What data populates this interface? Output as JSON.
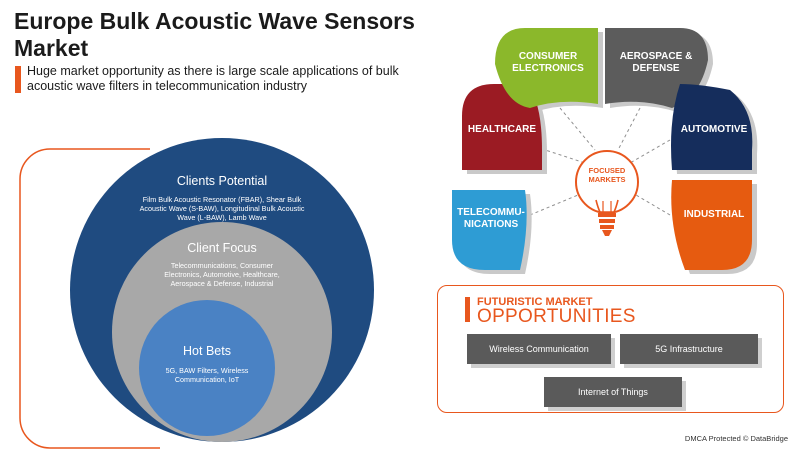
{
  "header": {
    "title": "Europe Bulk Acoustic Wave Sensors Market",
    "subtitle": "Huge market opportunity as there is large scale applications of bulk acoustic wave filters in telecommunication industry"
  },
  "venn": {
    "outer": {
      "title": "Clients Potential",
      "body": "Film Bulk Acoustic Resonator (FBAR), Shear Bulk Acoustic Wave (S-BAW), Longitudinal Bulk Acoustic Wave (L-BAW), Lamb Wave"
    },
    "middle": {
      "title": "Client Focus",
      "body": "Telecommunications, Consumer Electronics, Automotive, Healthcare, Aerospace & Defense, Industrial"
    },
    "inner": {
      "title": "Hot Bets",
      "body": "5G, BAW Filters, Wireless Communication, IoT"
    }
  },
  "focused": {
    "center_label": "FOCUSED MARKETS",
    "markets": [
      "HEALTHCARE",
      "CONSUMER ELECTRONICS",
      "AEROSPACE & DEFENSE",
      "AUTOMOTIVE",
      "TELECOMMU-NICATIONS",
      "INDUSTRIAL"
    ]
  },
  "opportunities": {
    "title_top": "FUTURISTIC MARKET",
    "title_bottom": "OPPORTUNITIES",
    "items": [
      "Wireless Communication",
      "5G Infrastructure",
      "Internet of Things"
    ]
  },
  "footer": "DMCA Protected © DataBridge",
  "colors": {
    "accent": "#e8571e",
    "outer_circle": "#1f4b80",
    "middle_circle": "#a8a8a8",
    "inner_circle": "#4a82c4",
    "healthcare": "#9b1b23",
    "consumer_electronics": "#8bb82b",
    "aerospace_defense": "#5c5c5c",
    "automotive": "#152d5c",
    "telecommunications": "#2e9cd4",
    "industrial": "#e65b10",
    "button_gray": "#5a5a5a"
  }
}
